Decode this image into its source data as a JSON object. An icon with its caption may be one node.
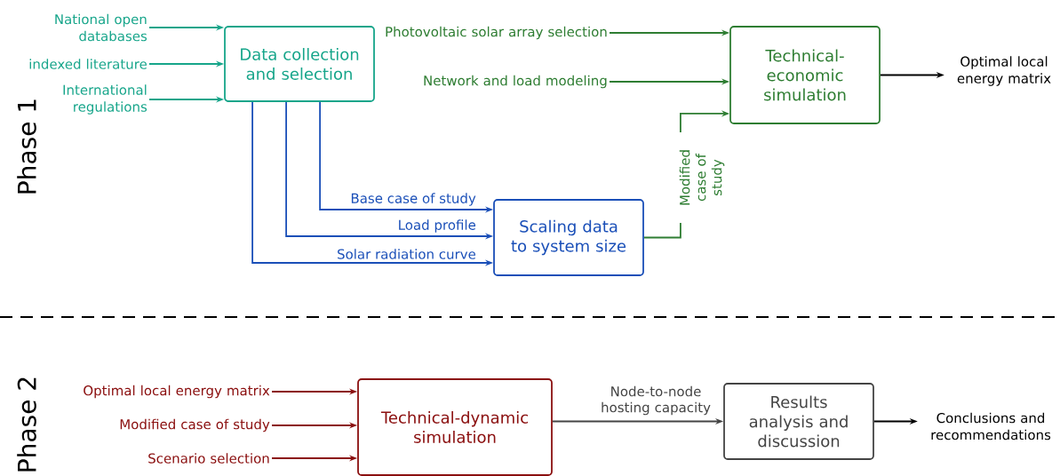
{
  "diagram": {
    "nodes": [
      {
        "text": [
          "Data collection and selection"
        ]
      },
      {
        "text": [
          "National open databases"
        ]
      },
      {
        "text": [
          "indexed literature"
        ]
      },
      {
        "text": [
          "International regulations"
        ]
      },
      {
        "text": [
          "Scaling data to system size"
        ]
      },
      {
        "text": [
          "Photovoltaic solar array selection"
        ]
      },
      {
        "text": [
          "Network and load modeling"
        ]
      },
      {
        "text": [
          "Technical-economic simulation"
        ]
      },
      {
        "text": [
          "Optimal local energy matrix"
        ]
      },
      {
        "text": [
          "Optimal local energy matrix"
        ]
      },
      {
        "text": [
          "Modified case of study"
        ]
      },
      {
        "text": [
          "Scenario selection"
        ]
      },
      {
        "text": [
          "Technical-dynamic simulation"
        ]
      },
      {
        "text": [
          "Results analysis and discussion"
        ]
      },
      {
        "text": [
          "Conclusions and recommendations"
        ]
      }
    ],
    "edges": [
      {
        "from": 1,
        "to": 0,
        "arrow": "to",
        "color": "#16a58a"
      },
      {
        "from": 2,
        "to": 0,
        "arrow": "to",
        "color": "#16a58a"
      },
      {
        "from": 3,
        "to": 0,
        "arrow": "to",
        "color": "#16a58a"
      },
      {
        "from": 0,
        "to": 4,
        "arrow": "to",
        "label": "Base case of study",
        "color": "#1a4fb8"
      },
      {
        "from": 0,
        "to": 4,
        "arrow": "to",
        "label": "Load profile",
        "color": "#1a4fb8"
      },
      {
        "from": 0,
        "to": 4,
        "arrow": "to",
        "label": "Solar radiation curve",
        "color": "#1a4fb8"
      },
      {
        "from": 5,
        "to": 7,
        "arrow": "to",
        "color": "#2e7d32"
      },
      {
        "from": 6,
        "to": 7,
        "arrow": "to",
        "color": "#2e7d32"
      },
      {
        "from": 4,
        "to": 7,
        "arrow": "to",
        "label": "Modified case of study",
        "color": "#2e7d32"
      },
      {
        "from": 7,
        "to": 8,
        "arrow": "to",
        "color": "#000000"
      },
      {
        "from": 9,
        "to": 12,
        "arrow": "to",
        "color": "#8b1010"
      },
      {
        "from": 10,
        "to": 12,
        "arrow": "to",
        "color": "#8b1010"
      },
      {
        "from": 11,
        "to": 12,
        "arrow": "to",
        "color": "#8b1010"
      },
      {
        "from": 12,
        "to": 13,
        "arrow": "to",
        "label": "Node-to-node hosting capacity",
        "color": "#444444"
      },
      {
        "from": 13,
        "to": 14,
        "arrow": "to",
        "color": "#000000"
      }
    ],
    "labels": [
      "Phase 1",
      "Phase 2"
    ]
  }
}
